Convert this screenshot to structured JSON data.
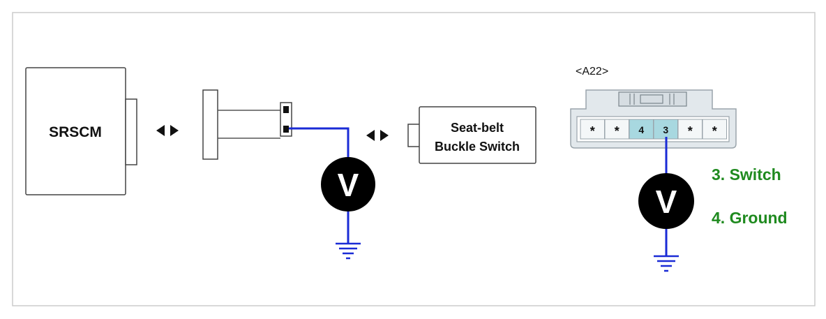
{
  "diagram": {
    "module_label": "SRSCM",
    "switch_label_line1": "Seat-belt",
    "switch_label_line2": "Buckle Switch",
    "meter_symbol": "V",
    "connector": {
      "id": "<A22>",
      "pins": [
        "*",
        "*",
        "4",
        "3",
        "*",
        "*"
      ]
    },
    "legend": [
      {
        "text": "3. Switch"
      },
      {
        "text": "4. Ground"
      }
    ],
    "colors": {
      "wire": "#1a2bd6",
      "legend": "#1f8a1f",
      "highlight_pin": "#a8d8e0",
      "connector_body": "#e2e8ec",
      "border": "#cccccc"
    }
  }
}
